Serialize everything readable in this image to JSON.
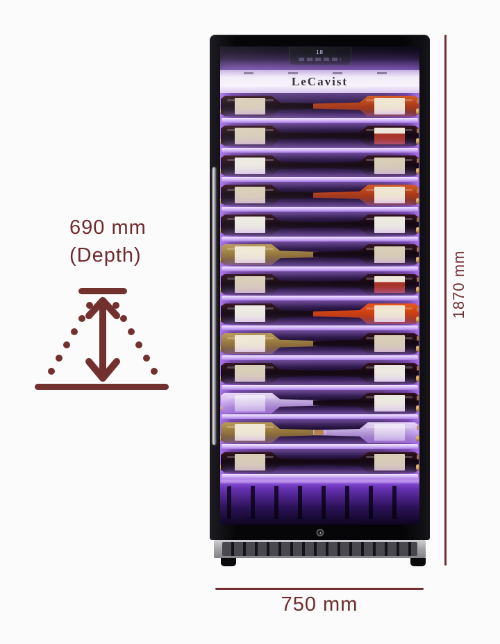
{
  "annotations": {
    "depth_value": "690 mm",
    "depth_label": "(Depth)",
    "height_value": "1870 mm",
    "width_value": "750 mm",
    "accent_color": "#6e2c2e"
  },
  "fridge": {
    "brand": "LeCavist",
    "display_value": "18",
    "colors": {
      "frame": "#060608",
      "glow_purple": "#9a5ee0",
      "shelf_light": "#e9dcff",
      "steel": "#b9b9bd",
      "gold_bracket": "#c8913f"
    },
    "shelves": [
      {
        "left": "red-beige",
        "right": "rose"
      },
      {
        "left": "red-beige",
        "right": "red-red"
      },
      {
        "left": "red-white",
        "right": "red-beige"
      },
      {
        "left": "red-beige",
        "right": "rose"
      },
      {
        "left": "red-white",
        "right": "red-white"
      },
      {
        "left": "white",
        "right": "red-beige"
      },
      {
        "left": "red-beige",
        "right": "red-red"
      },
      {
        "left": "red-white",
        "right": "rose-bright"
      },
      {
        "left": "white",
        "right": "red-beige"
      },
      {
        "left": "red-beige",
        "right": "red-white"
      },
      {
        "left": "clear",
        "right": "red-white"
      },
      {
        "left": "white",
        "right": "clear"
      },
      {
        "left": "red-beige",
        "right": "red-beige"
      }
    ]
  }
}
